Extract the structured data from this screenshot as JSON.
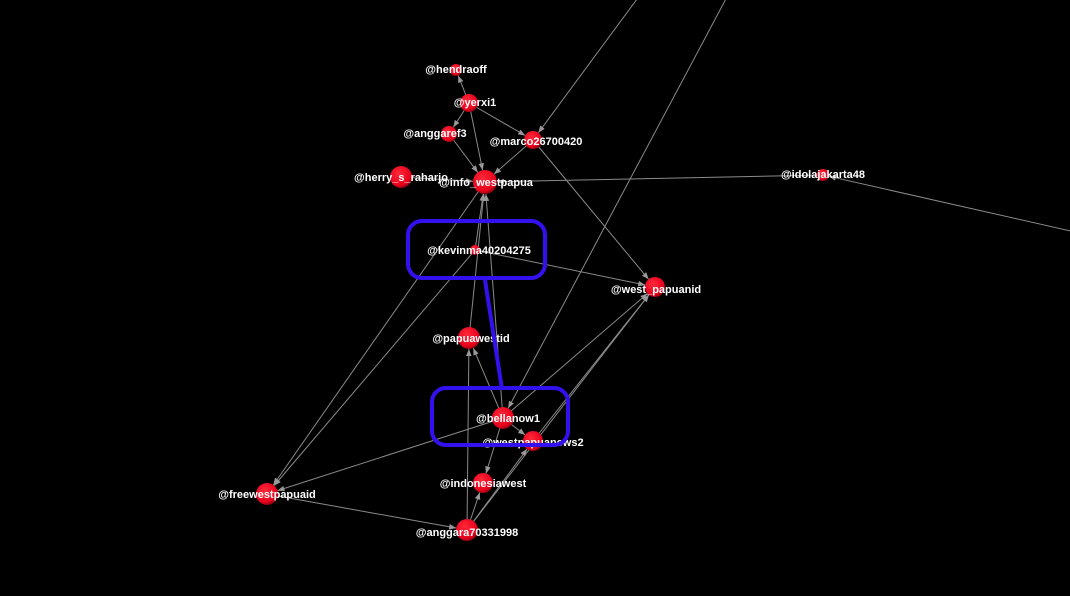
{
  "graph": {
    "nodes": [
      {
        "id": "hendraoff",
        "label": "@hendraoff"
      },
      {
        "id": "yerxi1",
        "label": "@yerxi1"
      },
      {
        "id": "anggaref3",
        "label": "@anggaref3"
      },
      {
        "id": "marco26700420",
        "label": "@marco26700420"
      },
      {
        "id": "herry_s_raharjo",
        "label": "@herry_s_raharjo"
      },
      {
        "id": "info_westpapua",
        "label": "@info_westpapua"
      },
      {
        "id": "idolajakarta48",
        "label": "@idolajakarta48"
      },
      {
        "id": "kevinma40204275",
        "label": "@kevinma40204275"
      },
      {
        "id": "west_papuanid",
        "label": "@west_papuanid"
      },
      {
        "id": "papuawestid",
        "label": "@papuawestid"
      },
      {
        "id": "bellanow1",
        "label": "@bellanow1"
      },
      {
        "id": "westpapuanews2",
        "label": "@westpapuanews2"
      },
      {
        "id": "indonesiawest",
        "label": "@indonesiawest"
      },
      {
        "id": "freewestpapuaid",
        "label": "@freewestpapuaid"
      },
      {
        "id": "anggara70331998",
        "label": "@anggara70331998"
      }
    ],
    "edges": [
      [
        "yerxi1",
        "hendraoff"
      ],
      [
        "yerxi1",
        "anggaref3"
      ],
      [
        "yerxi1",
        "marco26700420"
      ],
      [
        "yerxi1",
        "info_westpapua"
      ],
      [
        "anggaref3",
        "info_westpapua"
      ],
      [
        "marco26700420",
        "info_westpapua"
      ],
      [
        "marco26700420",
        "west_papuanid"
      ],
      [
        "idolajakarta48",
        "info_westpapua"
      ],
      [
        "herry_s_raharjo",
        "info_westpapua"
      ],
      [
        "kevinma40204275",
        "info_westpapua"
      ],
      [
        "kevinma40204275",
        "west_papuanid"
      ],
      [
        "kevinma40204275",
        "freewestpapuaid"
      ],
      [
        "info_westpapua",
        "freewestpapuaid"
      ],
      [
        "papuawestid",
        "info_westpapua"
      ],
      [
        "bellanow1",
        "papuawestid"
      ],
      [
        "bellanow1",
        "westpapuanews2"
      ],
      [
        "bellanow1",
        "indonesiawest"
      ],
      [
        "bellanow1",
        "freewestpapuaid"
      ],
      [
        "bellanow1",
        "info_westpapua"
      ],
      [
        "bellanow1",
        "west_papuanid"
      ],
      [
        "anggara70331998",
        "indonesiawest"
      ],
      [
        "anggara70331998",
        "westpapuanews2"
      ],
      [
        "anggara70331998",
        "papuawestid"
      ],
      [
        "anggara70331998",
        "west_papuanid"
      ],
      [
        "freewestpapuaid",
        "anggara70331998"
      ],
      [
        "westpapuanews2",
        "west_papuanid"
      ]
    ],
    "highlight": {
      "color": "#3311ee",
      "nodes": [
        "kevinma40204275",
        "bellanow1"
      ]
    }
  }
}
